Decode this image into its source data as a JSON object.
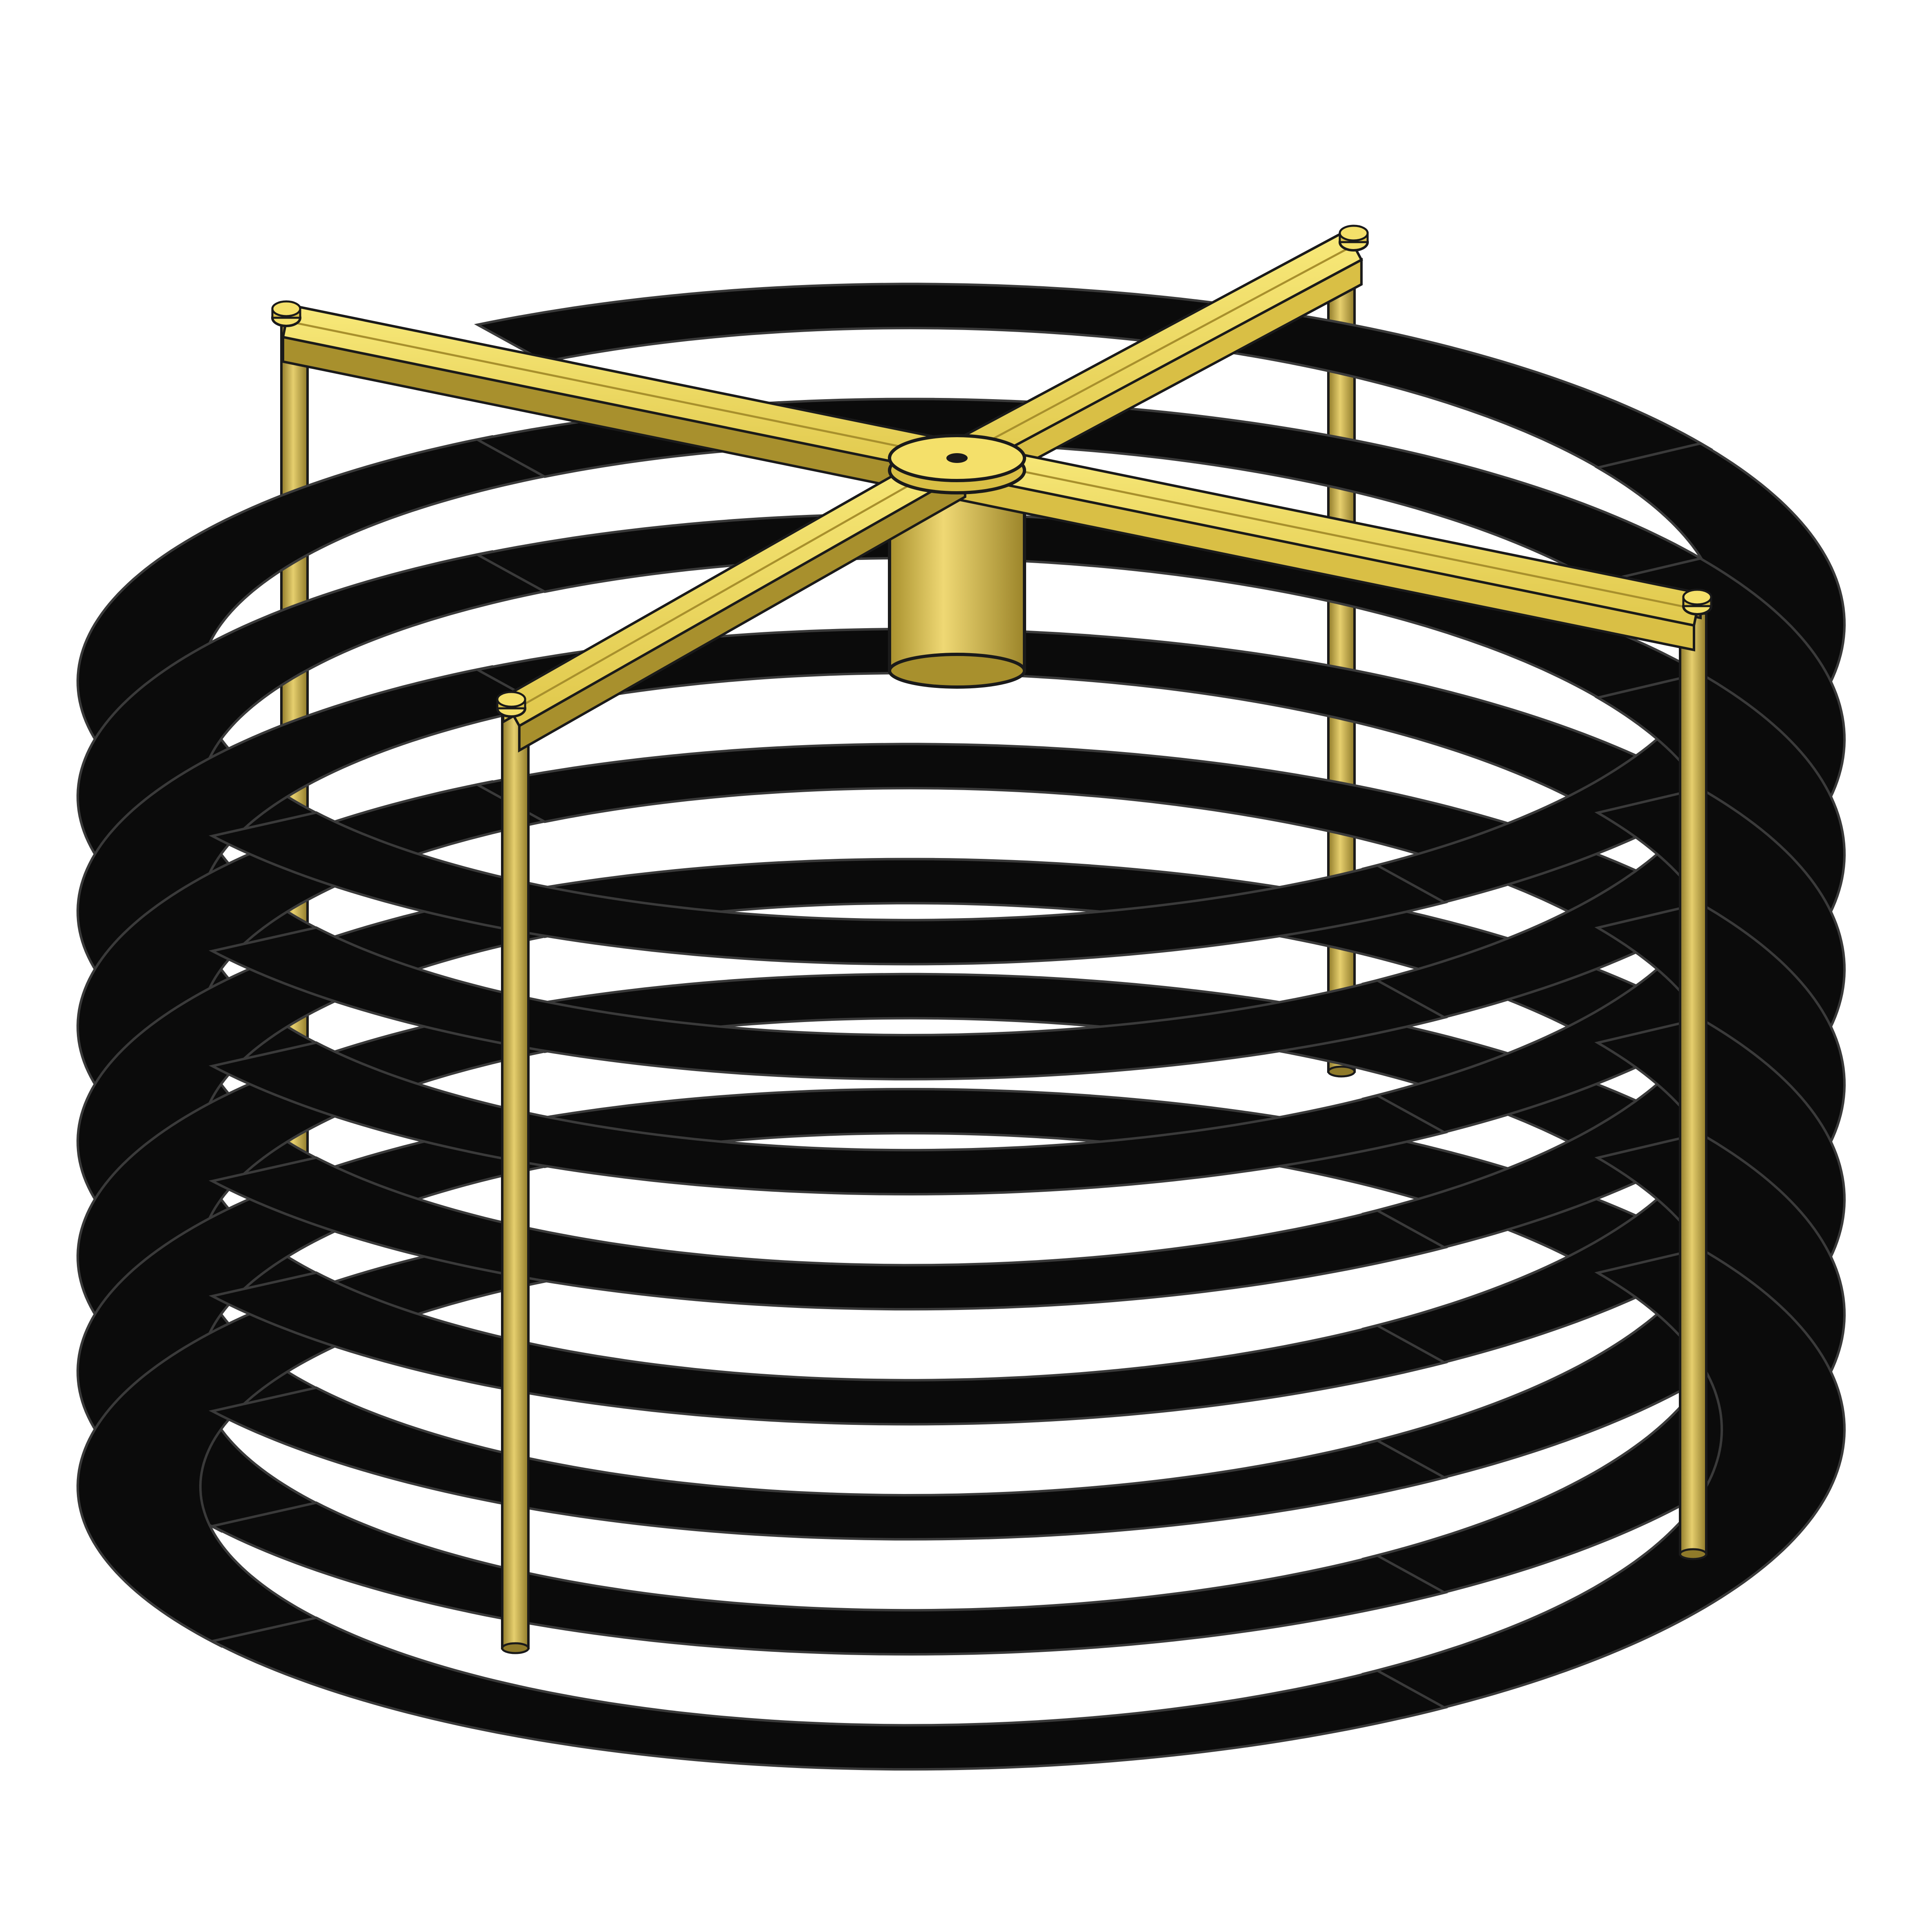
{
  "figure": {
    "subject": "spiral-coil-with-cross-support",
    "colors": {
      "background": "#ffffff",
      "spiral_strip": "#0b0b0b",
      "spiral_edge": "#3a3a3a",
      "brass_light": "#f4e06a",
      "brass_mid": "#d9bf45",
      "brass_dark": "#a8902d",
      "rod_light": "#e6cf6e",
      "rod_dark": "#8f7a2a",
      "outline": "#1a1a1a"
    },
    "components": {
      "spiral_turns": 8,
      "cross_arms": 4,
      "support_rods": 4,
      "center_hub": 1
    }
  }
}
